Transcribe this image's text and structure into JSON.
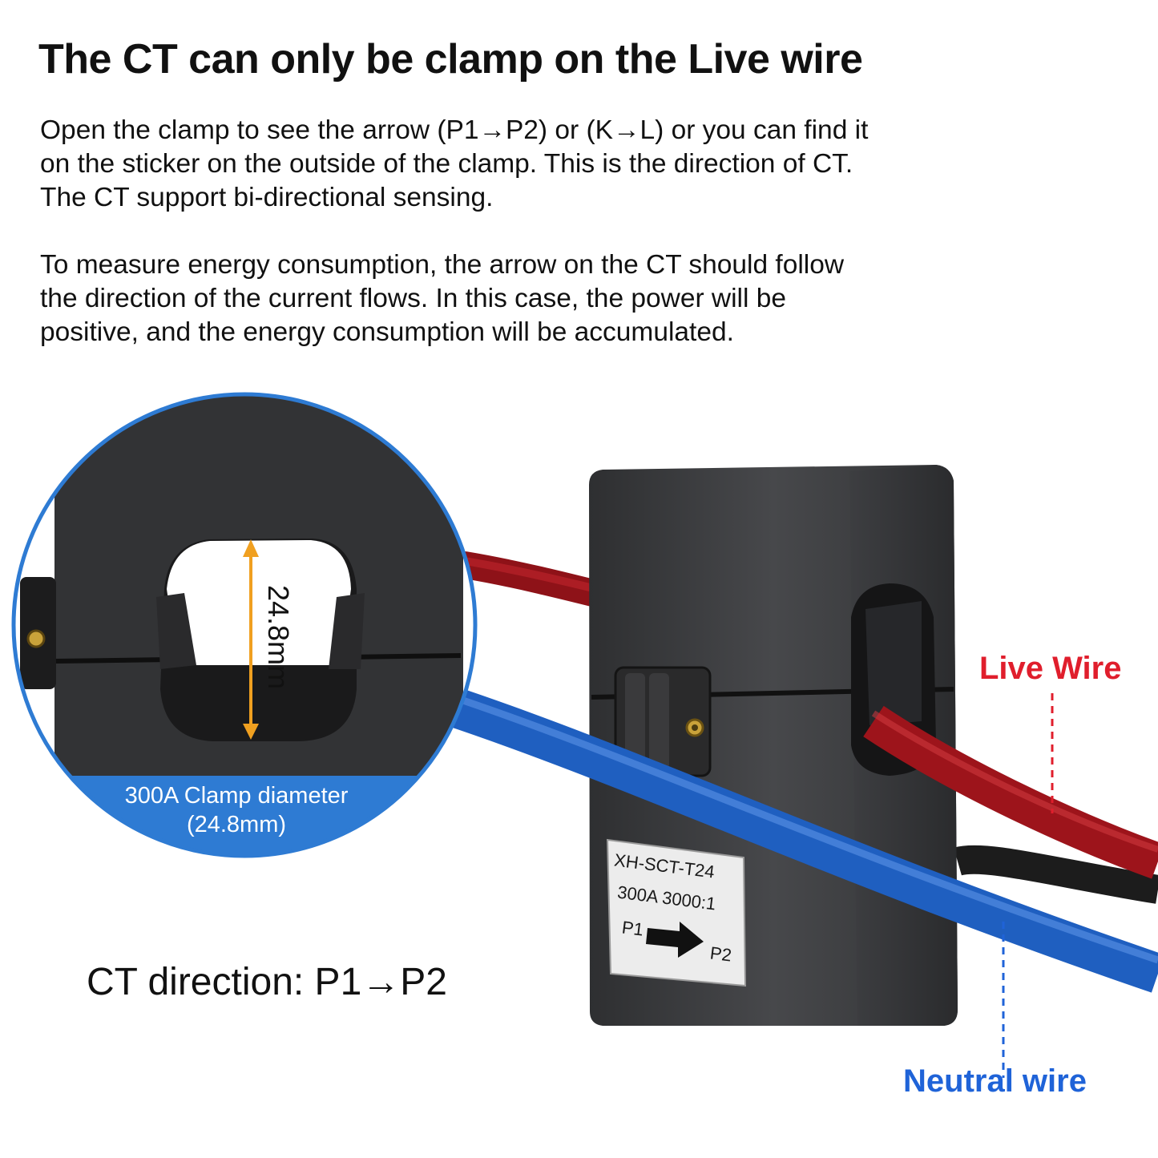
{
  "heading": "The CT can only be clamp on the Live wire",
  "paragraph1": [
    "Open the clamp to see the arrow (P1→P2) or (K→L) or you can find it",
    "on the sticker on the outside of the clamp. This is the direction of CT.",
    "The CT support bi-directional sensing."
  ],
  "paragraph2": [
    "To measure energy consumption, the arrow on the CT should follow",
    "the direction of the current flows. In this case, the power will be",
    "positive, and the energy consumption will be accumulated."
  ],
  "inset": {
    "dimension": "24.8mm",
    "caption": [
      "300A Clamp diameter",
      "(24.8mm)"
    ]
  },
  "direction_label": "CT direction:  P1→P2",
  "sticker": {
    "model": "XH-SCT-T24",
    "rating": "300A 3000:1",
    "p1": "P1",
    "p2": "P2"
  },
  "labels": {
    "live": "Live Wire",
    "neutral": "Neutral wire"
  },
  "colors": {
    "live": "#e01e2c",
    "neutral": "#1f63d8",
    "accent_blue": "#2e7bd3",
    "ct_body": "#3a3b3d",
    "dimension_arrow": "#f0a020"
  }
}
